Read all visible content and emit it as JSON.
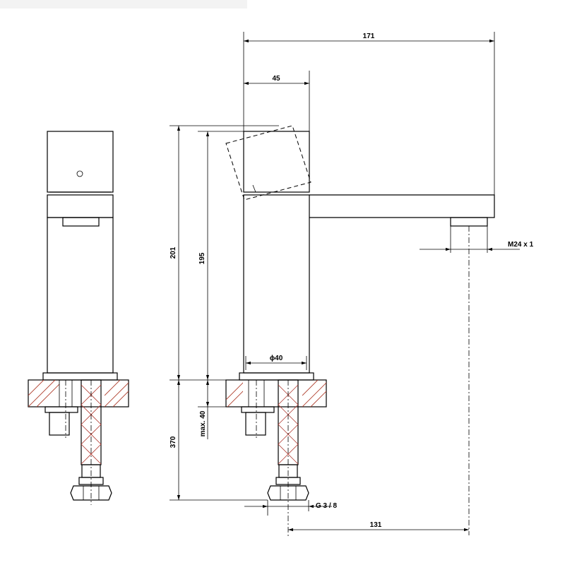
{
  "dimensions": {
    "width_total": "171",
    "handle_width": "45",
    "height_total": "201",
    "height_body": "195",
    "height_below": "370",
    "max_thickness": "max. 40",
    "diameter": "ϕ40",
    "thread_outlet": "M24 x 1",
    "thread_inlet": "G 3 / 8",
    "offset": "131"
  },
  "colors": {
    "line": "#000000",
    "hatch": "#b04030",
    "header_strip": "#f3f3f3"
  }
}
